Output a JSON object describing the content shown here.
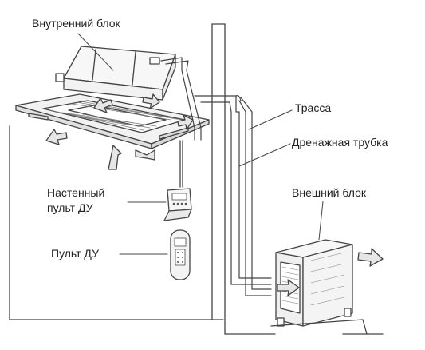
{
  "labels": {
    "indoor_unit": "Внутренний блок",
    "route": "Трасса",
    "drain_pipe": "Дренажная трубка",
    "wall_remote_line1": "Настенный",
    "wall_remote_line2": "пульт ДУ",
    "remote": "Пульт ДУ",
    "outdoor_unit": "Внешний блок"
  },
  "colors": {
    "line": "#444444",
    "fill": "#f2f2f2",
    "arrow_fill": "#e6e6e6",
    "background": "#ffffff"
  }
}
